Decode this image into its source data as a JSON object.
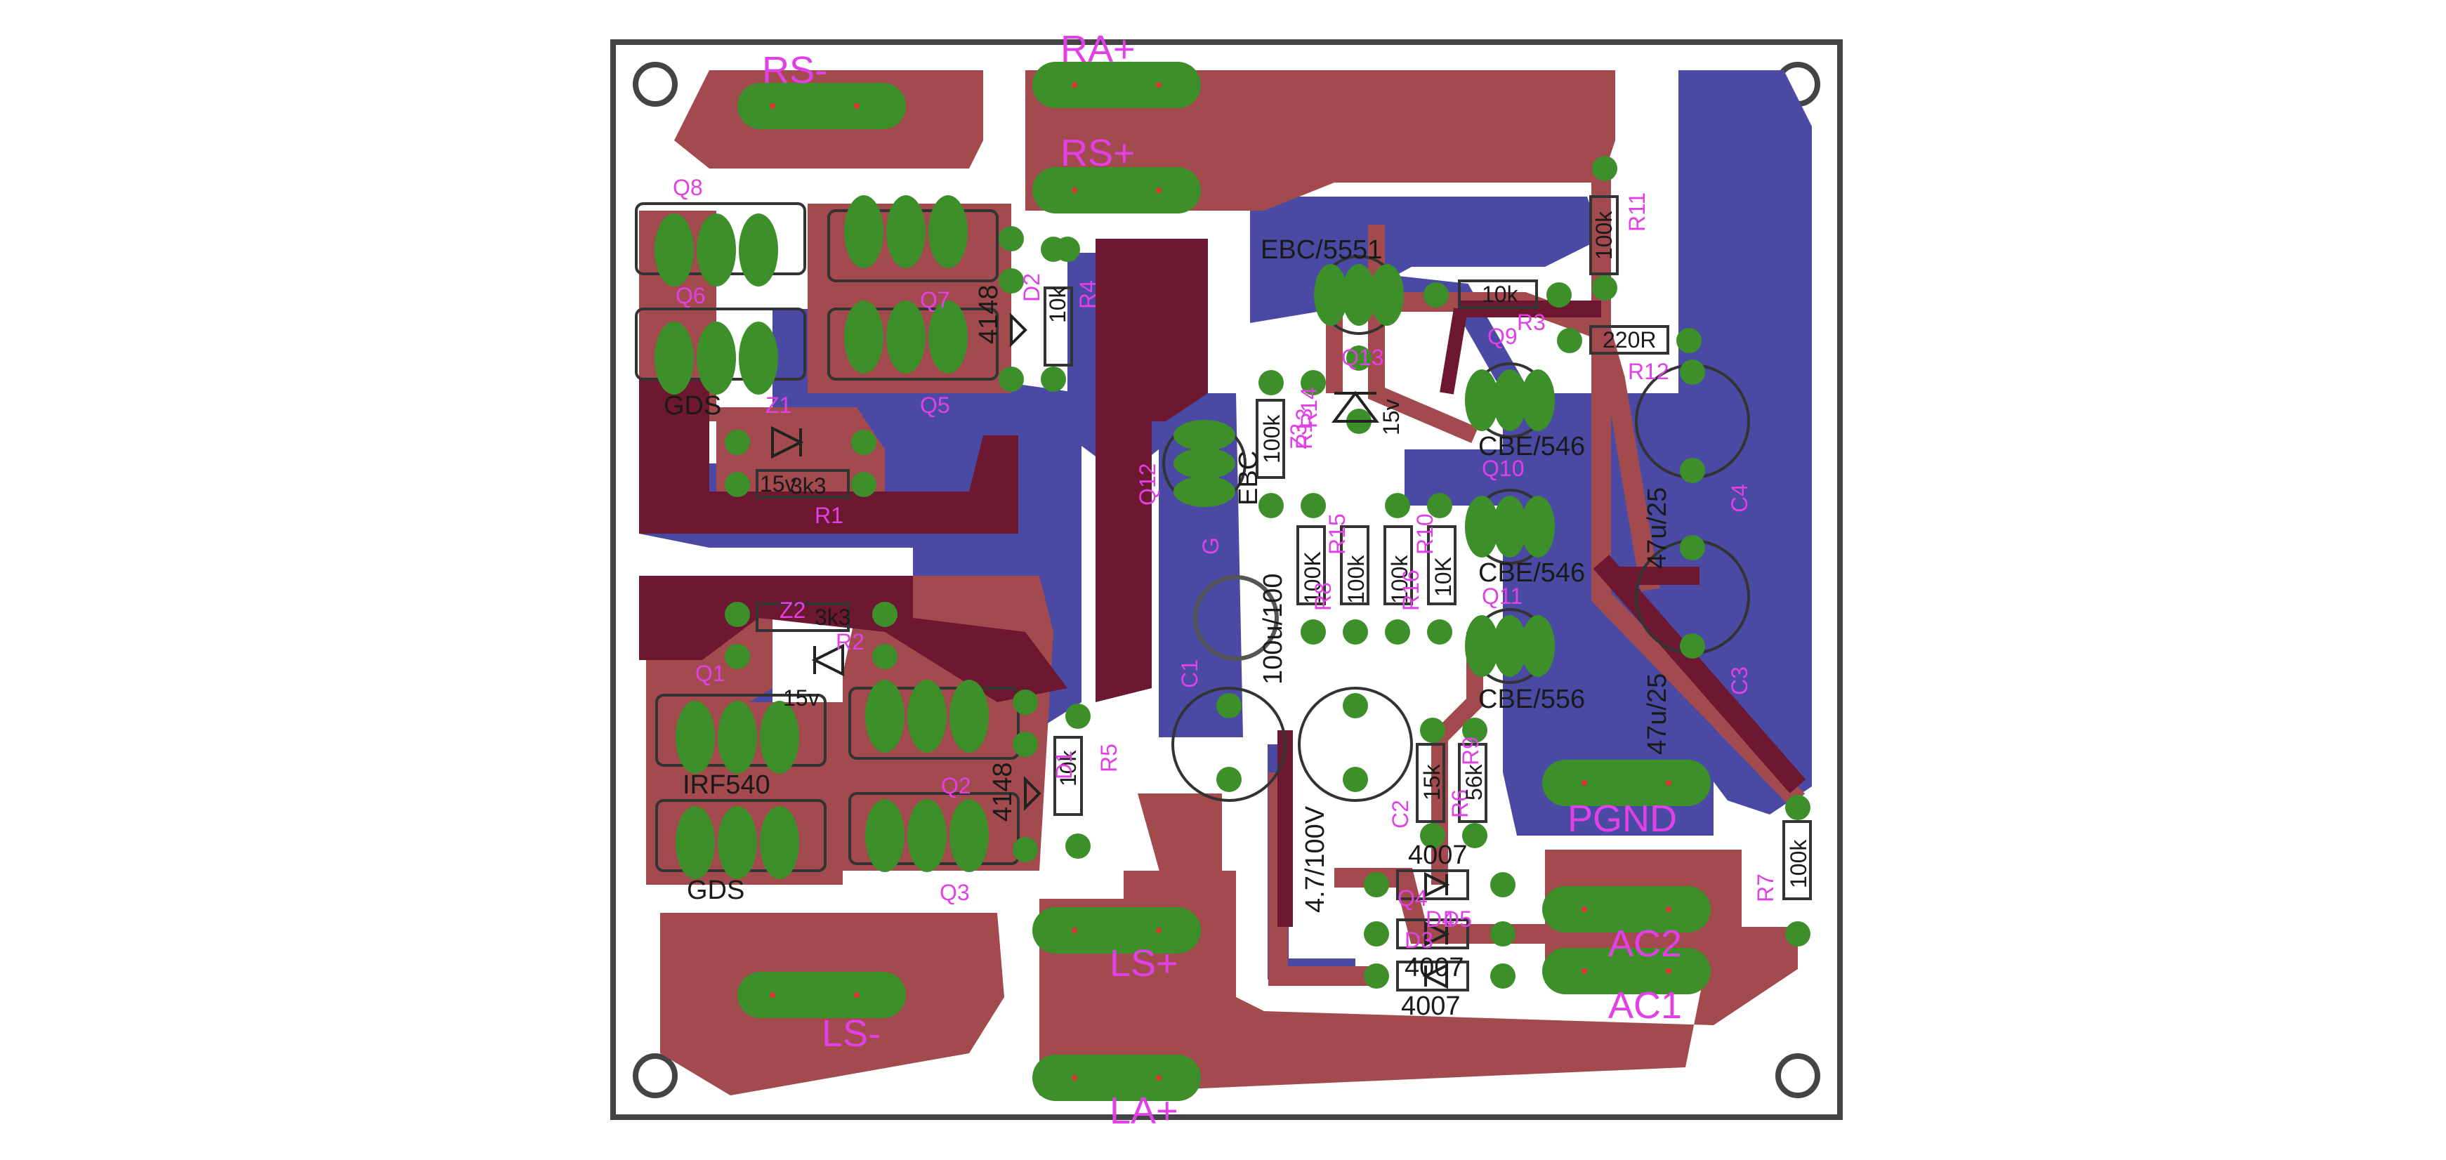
{
  "labels": {
    "rs_minus": "RS-",
    "ra_plus": "RA+",
    "rs_plus": "RS+",
    "ls_minus": "LS-",
    "ls_plus": "LS+",
    "la_plus": "LA+",
    "pgnd": "PGND",
    "ac1": "AC1",
    "ac2": "AC2",
    "q8": "Q8",
    "q6": "Q6",
    "q7": "Q7",
    "q5": "Q5",
    "q1": "Q1",
    "q2": "Q2",
    "q3": "Q3",
    "q4": "Q4",
    "q9": "Q9",
    "q10": "Q10",
    "q11": "Q11",
    "q12": "Q12",
    "q13": "Q13",
    "gds_top": "GDS",
    "gds_bottom": "GDS",
    "irf540": "IRF540",
    "z1": "Z1",
    "z2": "Z2",
    "z3": "Z3",
    "zener_15v_top": "15v",
    "zener_15v_bottom": "15v",
    "zener_15v_mid": "15v",
    "r1": "R1",
    "r2": "R2",
    "r3": "R3",
    "r4": "R4",
    "r5": "R5",
    "r6": "R6",
    "r7": "R7",
    "r8": "R8",
    "r9": "R9",
    "r10": "R10",
    "r11": "R11",
    "r12": "R12",
    "r13": "R13",
    "r14": "R14",
    "r15": "R15",
    "r16": "R16",
    "res_3k3_top": "3k3",
    "res_3k3_bottom": "3k3",
    "res_10k_r4": "10k",
    "res_10k_r5": "10k",
    "res_10k_r3": "10k",
    "res_100k_r11": "100k",
    "res_220r": "220R",
    "res_100k_a": "100K",
    "res_100k_b": "100k",
    "res_100k_c": "100k",
    "res_10k_r10": "10K",
    "res_100k_r14": "100k",
    "res_15k": "15k",
    "res_56k": "56k",
    "res_100k_r7": "100k",
    "d_4148_top": "4148",
    "d_4148_bottom": "4148",
    "d1": "D1",
    "d2": "D2",
    "d3": "D3",
    "d4": "D4",
    "d5": "D5",
    "d_4007_a": "4007",
    "d_4007_b": "4007",
    "d_4007_c": "4007",
    "ebc_5551": "EBC/5551",
    "ebc": "EBC",
    "cbe_546_a": "CBE/546",
    "cbe_546_b": "CBE/546",
    "cbe_556": "CBE/556",
    "c1": "C1",
    "c2": "C2",
    "c3": "C3",
    "c4": "C4",
    "cap_47u25_a": "47u/25",
    "cap_47u25_b": "47u/25",
    "cap_100u100": "100u/100",
    "cap_47u100": "4.7/100V",
    "g_label": "G"
  },
  "colors": {
    "top_copper": "#a24a4e",
    "overlap_copper": "#6e1730",
    "bottom_copper": "#4a4aa5",
    "pad": "#3d8f2a",
    "silk_label": "#e040e6",
    "outline": "#444444"
  }
}
